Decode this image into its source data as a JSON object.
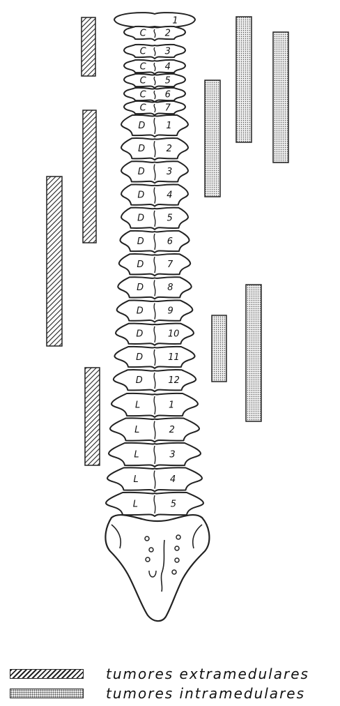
{
  "cervical": [
    {
      "letter": "",
      "number": "1"
    },
    {
      "letter": "C",
      "number": "2"
    },
    {
      "letter": "C",
      "number": "3"
    },
    {
      "letter": "C",
      "number": "4"
    },
    {
      "letter": "C",
      "number": "5"
    },
    {
      "letter": "C",
      "number": "6"
    },
    {
      "letter": "C",
      "number": "7"
    }
  ],
  "dorsal": [
    {
      "letter": "D",
      "number": "1"
    },
    {
      "letter": "D",
      "number": "2"
    },
    {
      "letter": "D",
      "number": "3"
    },
    {
      "letter": "D",
      "number": "4"
    },
    {
      "letter": "D",
      "number": "5"
    },
    {
      "letter": "D",
      "number": "6"
    },
    {
      "letter": "D",
      "number": "7"
    },
    {
      "letter": "D",
      "number": "8"
    },
    {
      "letter": "D",
      "number": "9"
    },
    {
      "letter": "D",
      "number": "10"
    },
    {
      "letter": "D",
      "number": "11"
    },
    {
      "letter": "D",
      "number": "12"
    }
  ],
  "lumbar": [
    {
      "letter": "L",
      "number": "1"
    },
    {
      "letter": "L",
      "number": "2"
    },
    {
      "letter": "L",
      "number": "3"
    },
    {
      "letter": "L",
      "number": "4"
    },
    {
      "letter": "L",
      "number": "5"
    }
  ],
  "legend": {
    "extramedullary": "tumores extramedulares",
    "intramedullary": "tumores intramedulares"
  },
  "colors": {
    "ink": "#222222",
    "hatch": "#222222",
    "stipple_bg": "#eeeeee",
    "stipple_dot": "#555555"
  }
}
